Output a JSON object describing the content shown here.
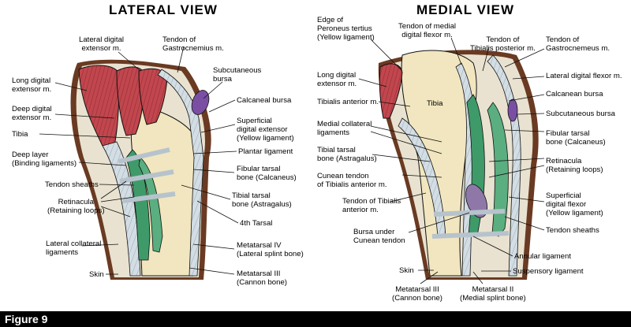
{
  "lateral": {
    "title": "LATERAL VIEW",
    "labels": {
      "lateral_digital_extensor": [
        "Lateral digital",
        "extensor m."
      ],
      "tendon_gastrocnemius": [
        "Tendon of",
        "Gastrocnemius m."
      ],
      "long_digital_extensor": [
        "Long digital",
        "extensor m."
      ],
      "subcutaneous_bursa": [
        "Subcutaneous",
        "bursa"
      ],
      "deep_digital_extensor": [
        "Deep digital",
        "extensor m."
      ],
      "calcaneal_bursa": [
        "Calcaneal bursa"
      ],
      "tibia": [
        "Tibia"
      ],
      "superficial_digital_extensor": [
        "Superficial",
        "digital extensor",
        "(Yellow ligament)"
      ],
      "deep_layer": [
        "Deep layer",
        "(Binding ligaments)"
      ],
      "plantar_ligament": [
        "Plantar ligament"
      ],
      "fibular_tarsal": [
        "Fibular tarsal",
        "bone (Calcaneus)"
      ],
      "tendon_sheaths": [
        "Tendon sheaths"
      ],
      "retinacula": [
        "Retinacula",
        "(Retaining loops)"
      ],
      "tibial_tarsal": [
        "Tibial tarsal",
        "bone (Astragalus)"
      ],
      "fourth_tarsal": [
        "4th Tarsal"
      ],
      "lateral_collateral": [
        "Lateral collateral",
        "ligaments"
      ],
      "metatarsal_iv": [
        "Metatarsal IV",
        "(Lateral splint bone)"
      ],
      "skin": [
        "Skin"
      ],
      "metatarsal_iii": [
        "Metatarsal III",
        "(Cannon bone)"
      ]
    }
  },
  "medial": {
    "title": "MEDIAL VIEW",
    "labels": {
      "edge_peroneus": [
        "Edge of",
        "Peroneus tertius",
        "(Yellow ligament)"
      ],
      "tendon_medial_digital_flexor": [
        "Tendon of medial",
        "digital flexor m."
      ],
      "tendon_tibialis_posterior": [
        "Tendon of",
        "Tibialis posterior m."
      ],
      "tendon_gastrocnemius": [
        "Tendon of",
        "Gastrocnemeus m."
      ],
      "long_digital_extensor": [
        "Long digital",
        "extensor m."
      ],
      "lateral_digital_flexor": [
        "Lateral digital flexor m."
      ],
      "tibialis_anterior": [
        "Tibialis anterior m."
      ],
      "tibia": [
        "Tibia"
      ],
      "calcanean_bursa": [
        "Calcanean bursa"
      ],
      "subcutaneous_bursa": [
        "Subcutaneous  bursa"
      ],
      "medial_collateral": [
        "Medial collateral",
        "ligaments"
      ],
      "fibular_tarsal": [
        "Fibular tarsal",
        "bone (Calcaneus)"
      ],
      "tibial_tarsal": [
        "Tibial tarsal",
        "bone (Astragalus)"
      ],
      "retinacula": [
        "Retinacula",
        "(Retaining loops)"
      ],
      "cunean_tendon": [
        "Cunean tendon",
        "of Tibialis anterior m."
      ],
      "tendon_tibialis_anterior": [
        "Tendon of Tibialis",
        "anterior m."
      ],
      "superficial_digital_flexor": [
        "Superficial",
        "digital flexor",
        "(Yellow ligament)"
      ],
      "tendon_sheaths": [
        "Tendon sheaths"
      ],
      "bursa_cunean": [
        "Bursa under",
        "Cunean tendon"
      ],
      "annular_ligament": [
        "Annular ligament"
      ],
      "skin": [
        "Skin"
      ],
      "suspensory_ligament": [
        "Suspensory ligament"
      ],
      "metatarsal_iii": [
        "Metatarsal III",
        "(Cannon bone)"
      ],
      "metatarsal_ii": [
        "Metatarsal II",
        "(Medial splint bone)"
      ]
    }
  },
  "footer": {
    "label": "Figure 9"
  },
  "colors": {
    "muscle": "#b8434a",
    "bone": "#f1e6bf",
    "tendon": "#c9d4dc",
    "sheath": "#3f9a6a",
    "bursa": "#7a4fa3",
    "skin": "#6a3a22",
    "line": "#111111"
  }
}
